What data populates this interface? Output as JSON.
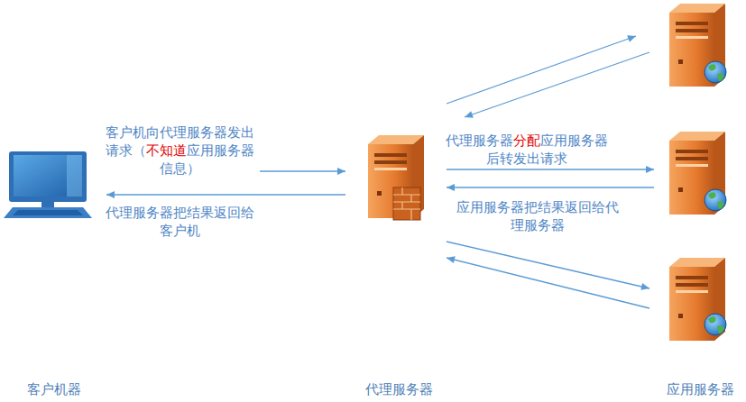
{
  "diagram": {
    "nodes": [
      {
        "text": [
          "客户机器"
        ]
      },
      {
        "text": [
          "代理服务器"
        ]
      },
      {
        "text": []
      },
      {
        "text": []
      },
      {
        "text": [
          "应用服务器"
        ]
      }
    ],
    "edges": [
      {
        "from": 0,
        "to": 1,
        "arrow": "to",
        "label": "客户机向代理服务器发出请求（不知道应用服务器信息）"
      },
      {
        "from": 1,
        "to": 0,
        "arrow": "to",
        "label": "代理服务器把结果返回给客户机"
      },
      {
        "from": 1,
        "to": 2,
        "arrow": "to"
      },
      {
        "from": 2,
        "to": 1,
        "arrow": "to"
      },
      {
        "from": 1,
        "to": 3,
        "arrow": "to",
        "label": "代理服务器分配应用服务器后转发出请求"
      },
      {
        "from": 3,
        "to": 1,
        "arrow": "to",
        "label": "应用服务器把结果返回给代理服务器"
      },
      {
        "from": 1,
        "to": 4,
        "arrow": "to"
      },
      {
        "from": 4,
        "to": 1,
        "arrow": "to"
      }
    ]
  }
}
